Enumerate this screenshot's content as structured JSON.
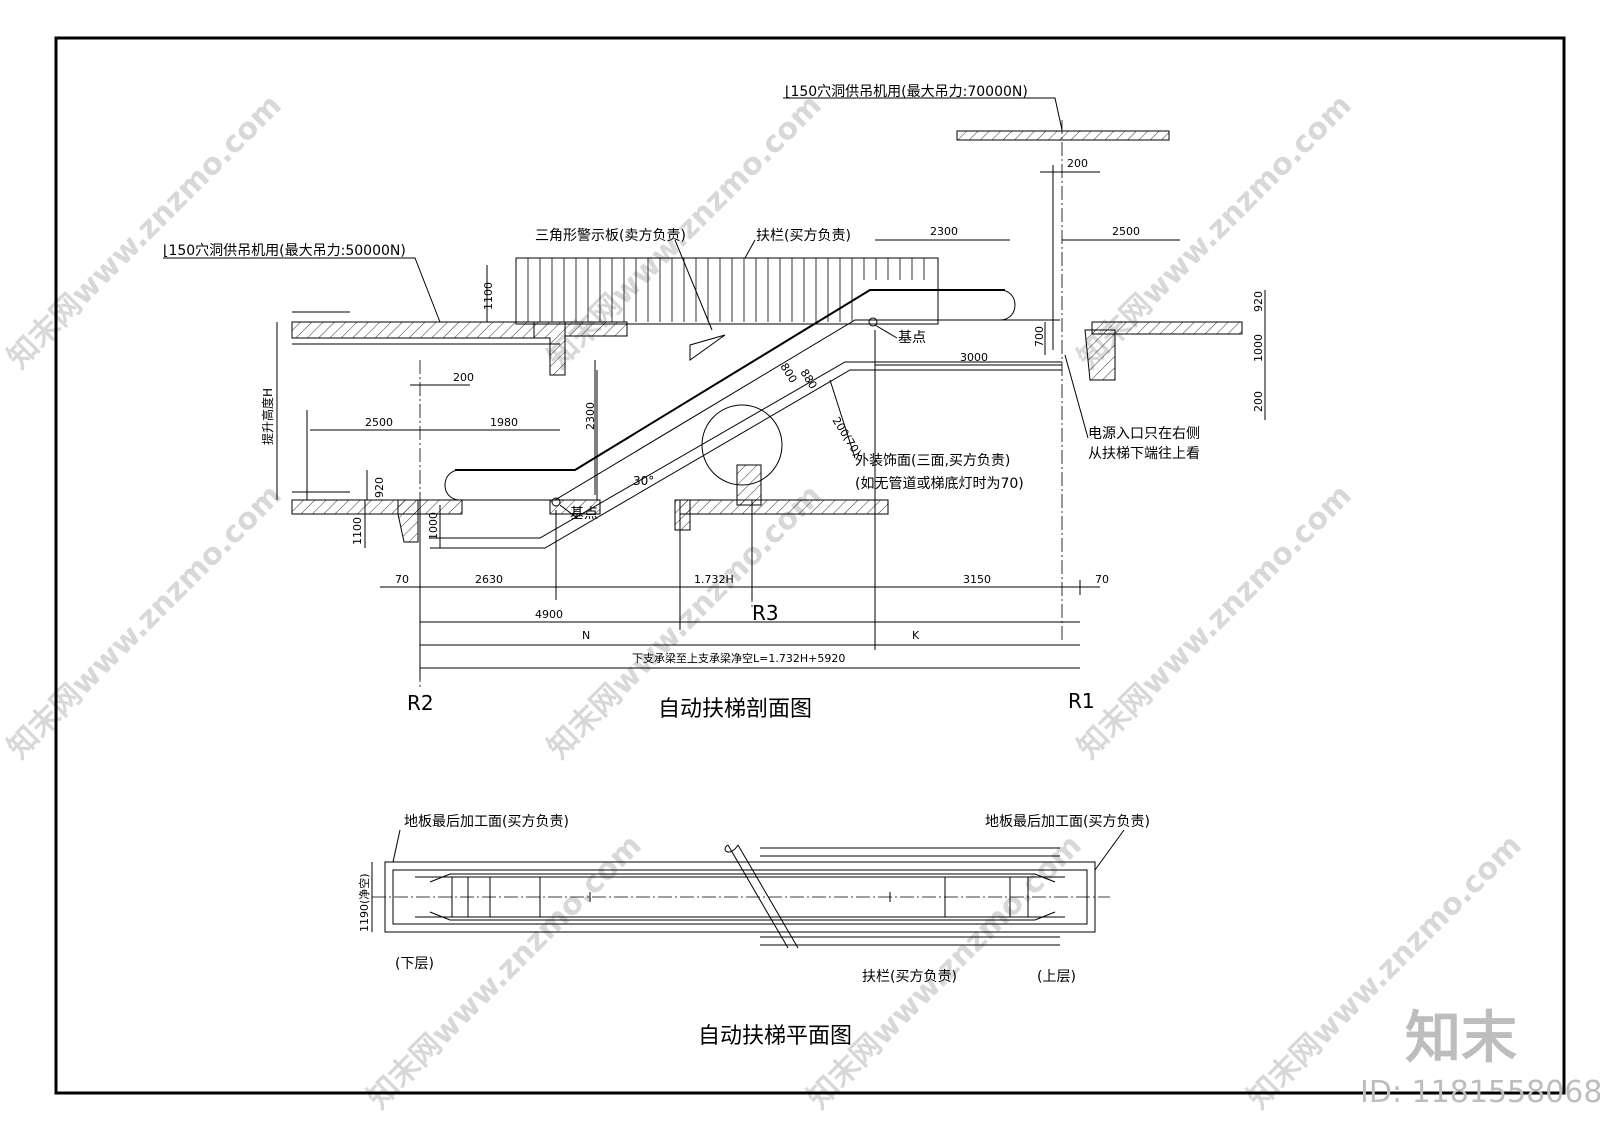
{
  "section": {
    "title": "自动扶梯剖面图",
    "notes": {
      "hole_top": "⌊150穴洞供吊机用(最大吊力:70000N)",
      "hole_left": "⌊150穴洞供吊机用(最大吊力:50000N)",
      "warning_board": "三角形警示板(卖方负责)",
      "balustrade": "扶栏(买方负责)",
      "datum_top": "基点",
      "datum_bottom": "基点",
      "cladding_1": "外装饰面(三面,买方负责)",
      "cladding_2": "(如无管道或梯底灯时为70)",
      "power_1": "电源入口只在右侧",
      "power_2": "从扶梯下端往上看",
      "rise": "提升高度H",
      "angle": "30°"
    },
    "dims": {
      "d200_top": "200",
      "d2300_top": "2300",
      "d2500_top": "2500",
      "d920_right": "920",
      "d700": "700",
      "d1000_right": "1000",
      "d200_right": "200",
      "d3000": "3000",
      "d800": "800",
      "d880": "880",
      "d200_70": "200(70)",
      "d1100_top": "1100",
      "d200_left": "200",
      "d2500_left": "2500",
      "d1980": "1980",
      "d2300_mid": "2300",
      "d920_left": "920",
      "d1100_left": "1100",
      "d1000_left": "1000",
      "d70_left": "70",
      "d2630": "2630",
      "d1732": "1.732H",
      "d3150": "3150",
      "d70_right": "70",
      "d4900": "4900",
      "dN": "N",
      "dK": "K",
      "span": "下支承梁至上支承梁净空L=1.732H+5920"
    },
    "axes": {
      "r1": "R1",
      "r2": "R2",
      "r3": "R3"
    }
  },
  "plan": {
    "title": "自动扶梯平面图",
    "notes": {
      "floor_left": "地板最后加工面(买方负责)",
      "floor_right": "地板最后加工面(买方负责)",
      "width": "1190(净空)",
      "lower": "(下层)",
      "upper": "(上层)",
      "balustrade": "扶栏(买方负责)"
    }
  },
  "watermark": {
    "text": "知末网www.znzmo.com",
    "brand": "知末",
    "id": "ID: 1181558068"
  }
}
